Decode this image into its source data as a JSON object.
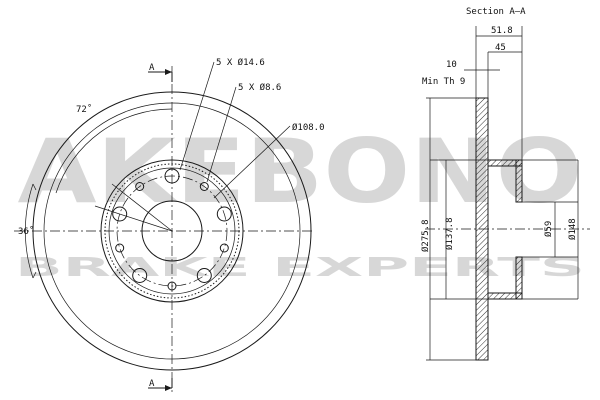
{
  "section_title": "Section A–A",
  "section_marks": {
    "top": "A",
    "bottom": "A"
  },
  "annotations": {
    "large_holes": "5 X Ø14.6",
    "small_holes": "5 X Ø8.6",
    "bolt_circle": "Ø108.0",
    "angle_72": "72˚",
    "angle_36": "36˚",
    "min_thickness": "Min Th 9"
  },
  "dimensions": {
    "total_height": "51.8",
    "hat_height": "45",
    "disc_thickness": "10",
    "outer_diameter": "Ø275.8",
    "hat_diameter": "Ø137.8",
    "center_bore": "Ø59",
    "hub_diameter": "Ø148"
  },
  "watermark": {
    "brand": "AKEBONO",
    "tagline": "BRAKE EXPERTS",
    "color": "#b8b8b8"
  }
}
